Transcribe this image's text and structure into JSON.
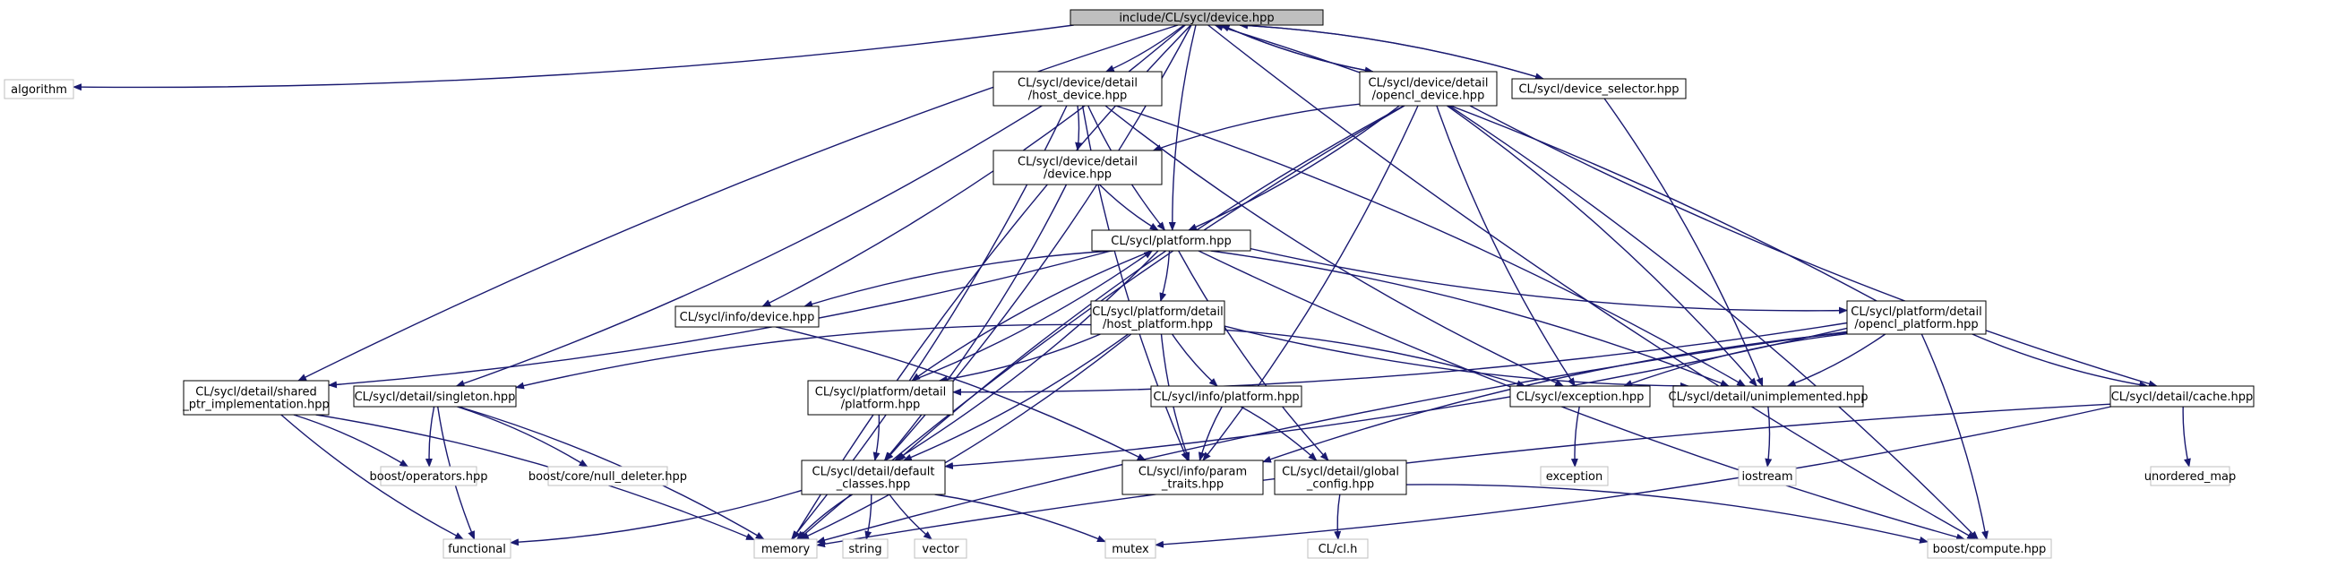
{
  "colors": {
    "edge": "#191970",
    "box_border": "#000000",
    "box_fill": "#ffffff",
    "external_border": "#bfbfbf",
    "external_text": "#595959",
    "root_fill": "#bfbfbf"
  },
  "nodes": [
    {
      "id": "root",
      "kind": "root",
      "lines": [
        "include/CL/sycl/device.hpp"
      ]
    },
    {
      "id": "algorithm",
      "kind": "external",
      "lines": [
        "algorithm"
      ]
    },
    {
      "id": "host_device",
      "kind": "header",
      "lines": [
        "CL/sycl/device/detail",
        "/host_device.hpp"
      ]
    },
    {
      "id": "opencl_device",
      "kind": "header",
      "lines": [
        "CL/sycl/device/detail",
        "/opencl_device.hpp"
      ]
    },
    {
      "id": "device_selector",
      "kind": "header",
      "lines": [
        "CL/sycl/device_selector.hpp"
      ]
    },
    {
      "id": "detail_device",
      "kind": "header",
      "lines": [
        "CL/sycl/device/detail",
        "/device.hpp"
      ]
    },
    {
      "id": "platform",
      "kind": "header",
      "lines": [
        "CL/sycl/platform.hpp"
      ]
    },
    {
      "id": "info_device",
      "kind": "header",
      "lines": [
        "CL/sycl/info/device.hpp"
      ]
    },
    {
      "id": "host_platform",
      "kind": "header",
      "lines": [
        "CL/sycl/platform/detail",
        "/host_platform.hpp"
      ]
    },
    {
      "id": "opencl_platform",
      "kind": "header",
      "lines": [
        "CL/sycl/platform/detail",
        "/opencl_platform.hpp"
      ]
    },
    {
      "id": "shared_ptr",
      "kind": "header",
      "lines": [
        "CL/sycl/detail/shared",
        "_ptr_implementation.hpp"
      ]
    },
    {
      "id": "singleton",
      "kind": "header",
      "lines": [
        "CL/sycl/detail/singleton.hpp"
      ]
    },
    {
      "id": "pd_platform",
      "kind": "header",
      "lines": [
        "CL/sycl/platform/detail",
        "/platform.hpp"
      ]
    },
    {
      "id": "info_platform",
      "kind": "header",
      "lines": [
        "CL/sycl/info/platform.hpp"
      ]
    },
    {
      "id": "exception_hpp",
      "kind": "header",
      "lines": [
        "CL/sycl/exception.hpp"
      ]
    },
    {
      "id": "unimplemented",
      "kind": "header",
      "lines": [
        "CL/sycl/detail/unimplemented.hpp"
      ]
    },
    {
      "id": "cache",
      "kind": "header",
      "lines": [
        "CL/sycl/detail/cache.hpp"
      ]
    },
    {
      "id": "boost_operators",
      "kind": "external",
      "lines": [
        "boost/operators.hpp"
      ]
    },
    {
      "id": "null_deleter",
      "kind": "external",
      "lines": [
        "boost/core/null_deleter.hpp"
      ]
    },
    {
      "id": "default_classes",
      "kind": "header",
      "lines": [
        "CL/sycl/detail/default",
        "_classes.hpp"
      ]
    },
    {
      "id": "param_traits",
      "kind": "header",
      "lines": [
        "CL/sycl/info/param",
        "_traits.hpp"
      ]
    },
    {
      "id": "global_config",
      "kind": "header",
      "lines": [
        "CL/sycl/detail/global",
        "_config.hpp"
      ]
    },
    {
      "id": "exception",
      "kind": "external",
      "lines": [
        "exception"
      ]
    },
    {
      "id": "iostream",
      "kind": "external",
      "lines": [
        "iostream"
      ]
    },
    {
      "id": "unordered_map",
      "kind": "external",
      "lines": [
        "unordered_map"
      ]
    },
    {
      "id": "functional",
      "kind": "external",
      "lines": [
        "functional"
      ]
    },
    {
      "id": "memory",
      "kind": "external",
      "lines": [
        "memory"
      ]
    },
    {
      "id": "string",
      "kind": "external",
      "lines": [
        "string"
      ]
    },
    {
      "id": "vector",
      "kind": "external",
      "lines": [
        "vector"
      ]
    },
    {
      "id": "mutex",
      "kind": "external",
      "lines": [
        "mutex"
      ]
    },
    {
      "id": "cl_h",
      "kind": "external",
      "lines": [
        "CL/cl.h"
      ]
    },
    {
      "id": "boost_compute",
      "kind": "external",
      "lines": [
        "boost/compute.hpp"
      ]
    }
  ],
  "edges": [
    [
      "root",
      "algorithm"
    ],
    [
      "root",
      "memory"
    ],
    [
      "root",
      "host_device"
    ],
    [
      "root",
      "opencl_device"
    ],
    [
      "root",
      "device_selector"
    ],
    [
      "root",
      "platform"
    ],
    [
      "root",
      "info_device"
    ],
    [
      "root",
      "shared_ptr"
    ],
    [
      "root",
      "default_classes"
    ],
    [
      "root",
      "boost_compute"
    ],
    [
      "host_device",
      "detail_device"
    ],
    [
      "host_device",
      "platform"
    ],
    [
      "host_device",
      "singleton"
    ],
    [
      "host_device",
      "exception_hpp"
    ],
    [
      "host_device",
      "unimplemented"
    ],
    [
      "host_device",
      "param_traits"
    ],
    [
      "host_device",
      "memory"
    ],
    [
      "opencl_device",
      "detail_device"
    ],
    [
      "opencl_device",
      "platform"
    ],
    [
      "opencl_device",
      "default_classes"
    ],
    [
      "opencl_device",
      "param_traits"
    ],
    [
      "opencl_device",
      "exception_hpp"
    ],
    [
      "opencl_device",
      "unimplemented"
    ],
    [
      "opencl_device",
      "cache"
    ],
    [
      "opencl_device",
      "boost_compute"
    ],
    [
      "opencl_device",
      "memory"
    ],
    [
      "opencl_device",
      "root"
    ],
    [
      "device_selector",
      "root"
    ],
    [
      "device_selector",
      "unimplemented"
    ],
    [
      "detail_device",
      "platform"
    ],
    [
      "detail_device",
      "default_classes"
    ],
    [
      "platform",
      "info_device"
    ],
    [
      "platform",
      "host_platform"
    ],
    [
      "platform",
      "opencl_platform"
    ],
    [
      "platform",
      "shared_ptr"
    ],
    [
      "platform",
      "pd_platform"
    ],
    [
      "platform",
      "default_classes"
    ],
    [
      "platform",
      "global_config"
    ],
    [
      "platform",
      "unimplemented"
    ],
    [
      "platform",
      "boost_compute"
    ],
    [
      "info_device",
      "param_traits"
    ],
    [
      "host_platform",
      "singleton"
    ],
    [
      "host_platform",
      "pd_platform"
    ],
    [
      "host_platform",
      "info_platform"
    ],
    [
      "host_platform",
      "exception_hpp"
    ],
    [
      "host_platform",
      "unimplemented"
    ],
    [
      "host_platform",
      "default_classes"
    ],
    [
      "host_platform",
      "param_traits"
    ],
    [
      "host_platform",
      "memory"
    ],
    [
      "opencl_platform",
      "root"
    ],
    [
      "opencl_platform",
      "pd_platform"
    ],
    [
      "opencl_platform",
      "exception_hpp"
    ],
    [
      "opencl_platform",
      "unimplemented"
    ],
    [
      "opencl_platform",
      "cache"
    ],
    [
      "opencl_platform",
      "default_classes"
    ],
    [
      "opencl_platform",
      "param_traits"
    ],
    [
      "opencl_platform",
      "boost_compute"
    ],
    [
      "opencl_platform",
      "memory"
    ],
    [
      "shared_ptr",
      "boost_operators"
    ],
    [
      "shared_ptr",
      "functional"
    ],
    [
      "shared_ptr",
      "memory"
    ],
    [
      "singleton",
      "boost_operators"
    ],
    [
      "singleton",
      "null_deleter"
    ],
    [
      "singleton",
      "functional"
    ],
    [
      "singleton",
      "memory"
    ],
    [
      "pd_platform",
      "platform"
    ],
    [
      "pd_platform",
      "default_classes"
    ],
    [
      "info_platform",
      "param_traits"
    ],
    [
      "info_platform",
      "global_config"
    ],
    [
      "exception_hpp",
      "exception"
    ],
    [
      "unimplemented",
      "iostream"
    ],
    [
      "cache",
      "unordered_map"
    ],
    [
      "cache",
      "mutex"
    ],
    [
      "cache",
      "memory"
    ],
    [
      "default_classes",
      "functional"
    ],
    [
      "default_classes",
      "memory"
    ],
    [
      "default_classes",
      "string"
    ],
    [
      "default_classes",
      "vector"
    ],
    [
      "default_classes",
      "mutex"
    ],
    [
      "global_config",
      "cl_h"
    ],
    [
      "global_config",
      "boost_compute"
    ]
  ]
}
